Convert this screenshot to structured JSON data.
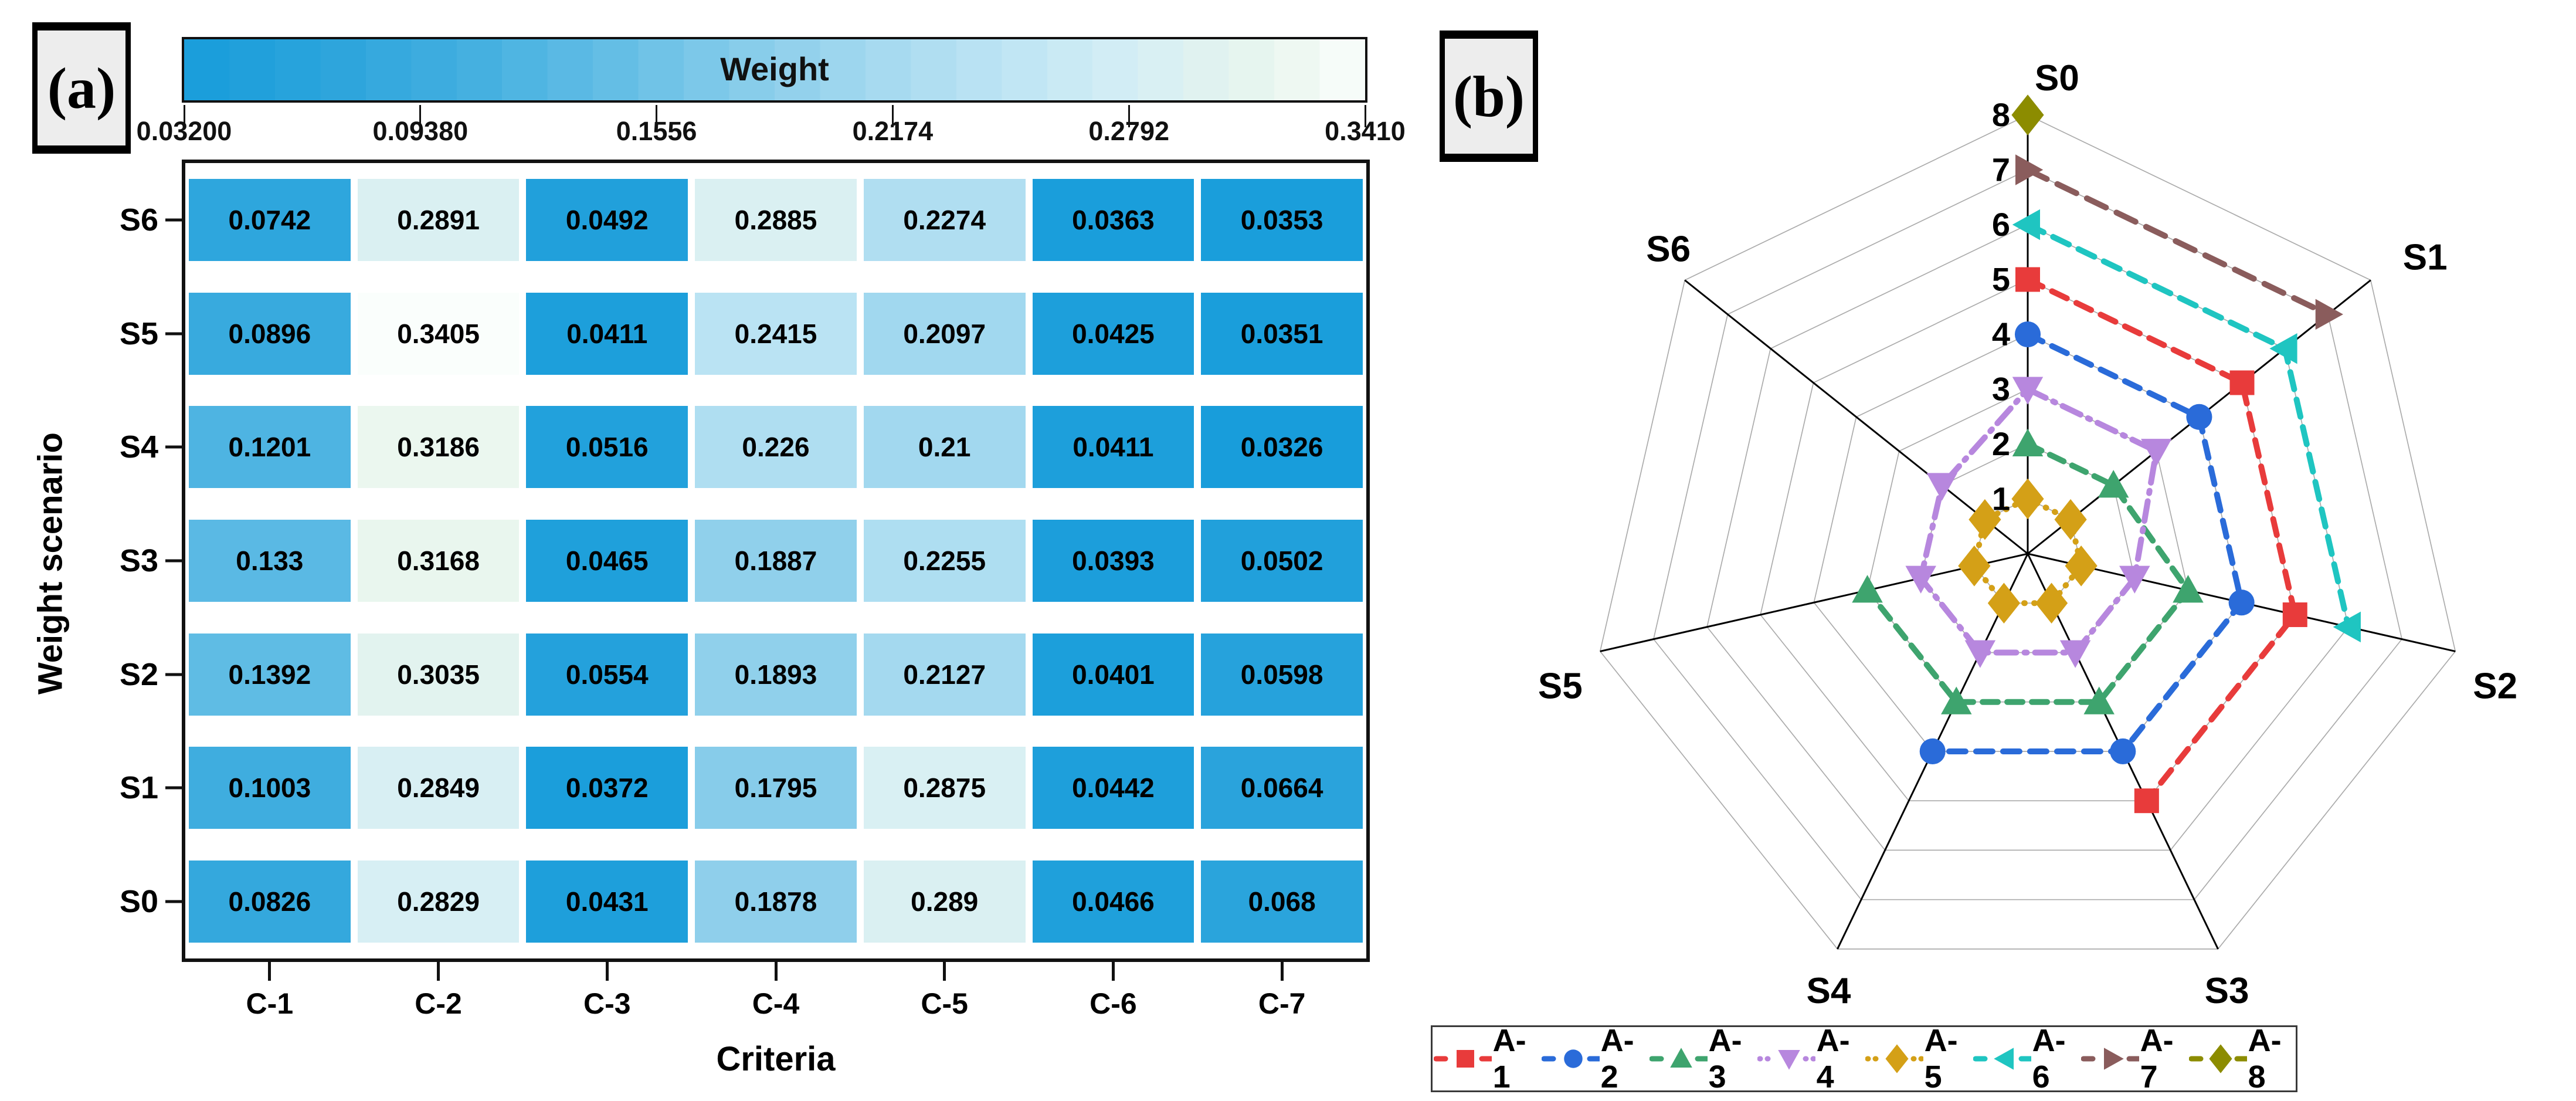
{
  "panel_a": {
    "tag": "(a)",
    "colorbar": {
      "title": "Weight",
      "tick_labels": [
        "0.03200",
        "0.09380",
        "0.1556",
        "0.2174",
        "0.2792",
        "0.3410"
      ],
      "vmin": 0.032,
      "vmax": 0.341,
      "stops": [
        [
          0.0,
          "#189DDB"
        ],
        [
          0.12,
          "#2BA4DC"
        ],
        [
          0.25,
          "#45B0E0"
        ],
        [
          0.38,
          "#68C0E6"
        ],
        [
          0.5,
          "#8ECFEB"
        ],
        [
          0.62,
          "#ADDDF1"
        ],
        [
          0.72,
          "#C3E7F4"
        ],
        [
          0.8,
          "#D5EEF5"
        ],
        [
          0.86,
          "#DFF2F0"
        ],
        [
          0.92,
          "#E9F6EE"
        ],
        [
          1.0,
          "#FAFEFC"
        ]
      ]
    },
    "ylabel": "Weight scenario",
    "xlabel": "Criteria",
    "row_labels": [
      "S6",
      "S5",
      "S4",
      "S3",
      "S2",
      "S1",
      "S0"
    ],
    "col_labels": [
      "C-1",
      "C-2",
      "C-3",
      "C-4",
      "C-5",
      "C-6",
      "C-7"
    ],
    "values": [
      [
        "0.0742",
        "0.2891",
        "0.0492",
        "0.2885",
        "0.2274",
        "0.0363",
        "0.0353"
      ],
      [
        "0.0896",
        "0.3405",
        "0.0411",
        "0.2415",
        "0.2097",
        "0.0425",
        "0.0351"
      ],
      [
        "0.1201",
        "0.3186",
        "0.0516",
        "0.226",
        "0.21",
        "0.0411",
        "0.0326"
      ],
      [
        "0.133",
        "0.3168",
        "0.0465",
        "0.1887",
        "0.2255",
        "0.0393",
        "0.0502"
      ],
      [
        "0.1392",
        "0.3035",
        "0.0554",
        "0.1893",
        "0.2127",
        "0.0401",
        "0.0598"
      ],
      [
        "0.1003",
        "0.2849",
        "0.0372",
        "0.1795",
        "0.2875",
        "0.0442",
        "0.0664"
      ],
      [
        "0.0826",
        "0.2829",
        "0.0431",
        "0.1878",
        "0.289",
        "0.0466",
        "0.068"
      ]
    ]
  },
  "panel_b": {
    "tag": "(b)",
    "spoke_labels": [
      "S0",
      "S1",
      "S2",
      "S3",
      "S4",
      "S5",
      "S6"
    ],
    "radial_ticks": [
      "1",
      "2",
      "3",
      "4",
      "5",
      "6",
      "7",
      "8"
    ],
    "rmax": 8,
    "series": [
      {
        "name": "A-1",
        "color": "#E83B3B",
        "marker": "square",
        "dash": "28 18",
        "values": [
          5,
          5,
          5,
          5,
          null,
          null,
          null
        ],
        "closed": false
      },
      {
        "name": "A-2",
        "color": "#2A6BD9",
        "marker": "circle",
        "dash": "28 18",
        "values": [
          4,
          4,
          4,
          4,
          4,
          null,
          null
        ],
        "closed": false
      },
      {
        "name": "A-3",
        "color": "#3EA46E",
        "marker": "triangle-up",
        "dash": "26 16",
        "values": [
          2,
          2,
          3,
          3,
          3,
          3,
          null
        ],
        "closed": false
      },
      {
        "name": "A-4",
        "color": "#B787DE",
        "marker": "triangle-down",
        "dash": "34 14 4 14",
        "values": [
          3,
          3,
          2,
          2,
          2,
          2,
          2
        ],
        "closed": true
      },
      {
        "name": "A-5",
        "color": "#D4A017",
        "marker": "diamond",
        "dash": "1 16",
        "values": [
          1,
          1,
          1,
          1,
          1,
          1,
          1
        ],
        "closed": true
      },
      {
        "name": "A-6",
        "color": "#1FC5C1",
        "marker": "triangle-left",
        "dash": "30 18",
        "values": [
          6,
          6,
          6,
          null,
          null,
          null,
          null
        ],
        "closed": false
      },
      {
        "name": "A-7",
        "color": "#8A5C5C",
        "marker": "triangle-right",
        "dash": "36 20",
        "values": [
          7,
          7,
          null,
          null,
          null,
          null,
          null
        ],
        "closed": false
      },
      {
        "name": "A-8",
        "color": "#8C8C00",
        "marker": "diamond",
        "dash": "28 18",
        "values": [
          8,
          null,
          null,
          null,
          null,
          null,
          null
        ],
        "closed": false
      }
    ]
  }
}
